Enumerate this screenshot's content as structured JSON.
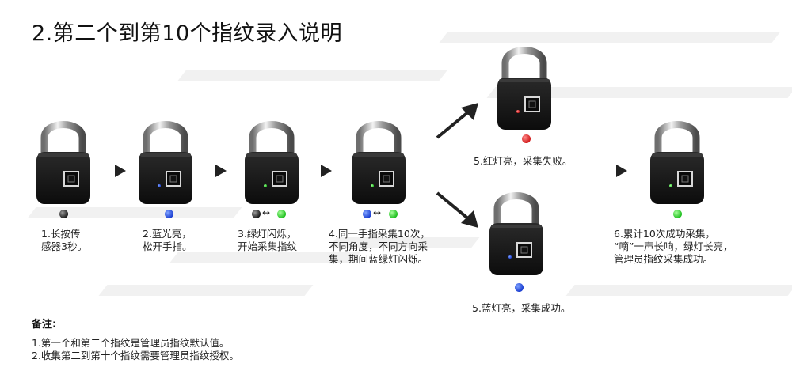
{
  "title": "2.第二个到第10个指纹录入说明",
  "steps": {
    "s1": {
      "lines": [
        "1.长按传",
        "感器3秒。"
      ],
      "led": "black"
    },
    "s2": {
      "lines": [
        "2.蓝光亮，",
        "松开手指。"
      ],
      "led": "blue"
    },
    "s3": {
      "lines": [
        "3.绿灯闪烁，",
        "开始采集指纹"
      ],
      "leds": [
        "black",
        "green"
      ]
    },
    "s4": {
      "lines": [
        "4.同一手指采集10次，",
        "不同角度，不同方向采",
        "集，期间蓝绿灯闪烁。"
      ],
      "leds": [
        "blue",
        "green"
      ]
    },
    "s5_fail": {
      "lines": [
        "5.红灯亮，采集失败。"
      ],
      "led": "red"
    },
    "s5_ok": {
      "lines": [
        "5.蓝灯亮，采集成功。"
      ],
      "led": "blue"
    },
    "s6": {
      "lines": [
        "6.累计10次成功采集，",
        "“嘀”一声长响，绿灯长亮，",
        "管理员指纹采集成功。"
      ],
      "led": "green"
    }
  },
  "double_arrow": "↔",
  "notes": {
    "heading": "备注:",
    "items": [
      "1.第一个和第二个指纹是管理员指纹默认值。",
      "2.收集第二到第十个指纹需要管理员指纹授权。"
    ]
  },
  "colors": {
    "led_black": "#1a1a1a",
    "led_blue": "#1b3fd1",
    "led_green": "#1fbf1f",
    "led_red": "#d11b1b"
  }
}
